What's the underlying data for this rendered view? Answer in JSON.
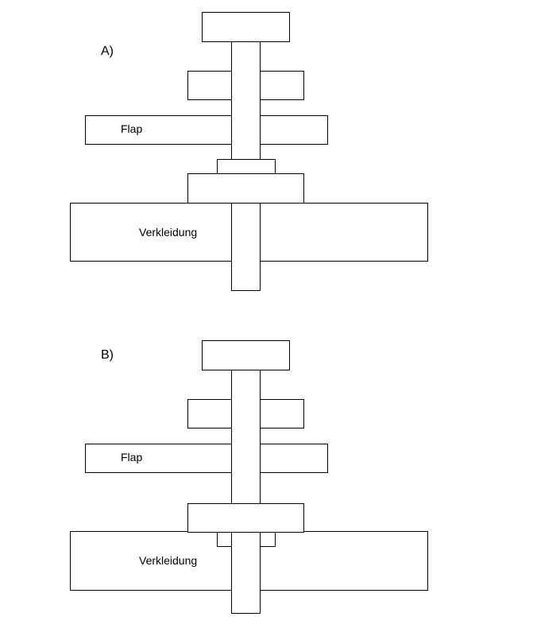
{
  "panels": [
    {
      "label": "A)",
      "flap_label": "Flap",
      "fairing_label": "Verkleidung"
    },
    {
      "label": "B)",
      "flap_label": "Flap",
      "fairing_label": "Verkleidung"
    }
  ],
  "colors": {
    "stroke": "#000000",
    "fill": "#ffffff",
    "background": "#ffffff"
  }
}
